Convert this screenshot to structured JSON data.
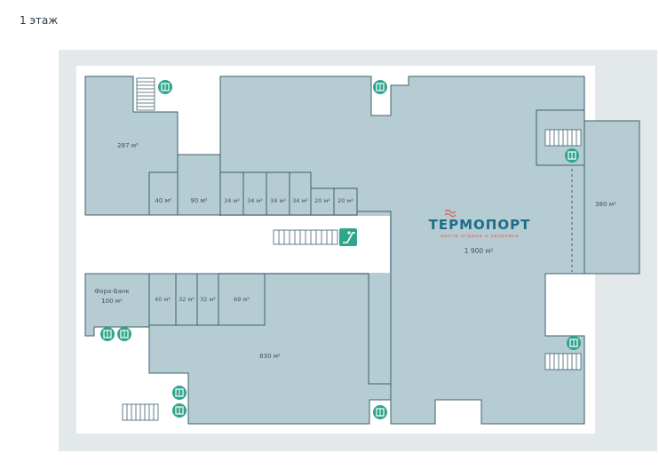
{
  "floor": {
    "title": "1 этаж"
  },
  "brand": {
    "name": "ТЕРМОПОРТ",
    "tagline": "центр отдыха и здоровья"
  },
  "rooms": {
    "r287": "287 м²",
    "r40a": "40 м²",
    "r90": "90 м²",
    "r34a": "34 м²",
    "r34b": "34 м²",
    "r34c": "34 м²",
    "r34d": "34 м²",
    "r20a": "20 м²",
    "r20b": "20 м²",
    "r1900": "1 900 м²",
    "r380": "380 м²",
    "bank_name": "Фора-Банк",
    "bank_area": "100 м²",
    "r40b": "40 м²",
    "r32a": "32 м²",
    "r32b": "32 м²",
    "r69": "69 м²",
    "r830": "830 м²"
  },
  "colors": {
    "room_fill": "#b5ccd3",
    "wall": "#3f5f6c",
    "outer": "#e3e8eb",
    "icon_green": "#2fa58c",
    "brand_dark": "#1c6c8a",
    "brand_accent": "#d9655b"
  },
  "icons": [
    "elevator-icon",
    "escalator-icon",
    "stairs-icon"
  ]
}
